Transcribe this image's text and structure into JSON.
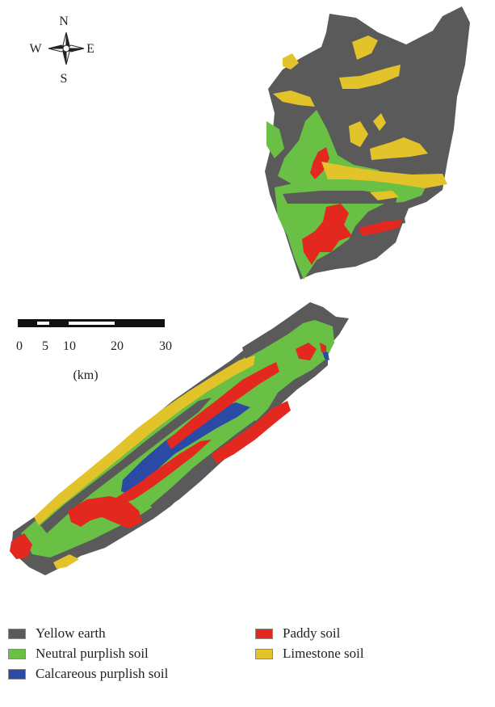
{
  "compass": {
    "north": "N",
    "south": "S",
    "east": "E",
    "west": "W"
  },
  "scale_bar": {
    "ticks": [
      "0",
      "5",
      "10",
      "20",
      "30"
    ],
    "unit": "(km)"
  },
  "colors": {
    "yellow_earth": "#5a5a5a",
    "neutral_purplish": "#6abf45",
    "calcareous_purplish": "#2a4aa6",
    "paddy": "#e3281f",
    "limestone": "#e3c32a"
  },
  "legend": [
    {
      "label": "Yellow earth",
      "color": "#5a5a5a"
    },
    {
      "label": "Paddy soil",
      "color": "#e3281f"
    },
    {
      "label": "Neutral purplish soil",
      "color": "#6abf45"
    },
    {
      "label": "Limestone soil",
      "color": "#e3c32a"
    },
    {
      "label": "Calcareous purplish soil",
      "color": "#2a4aa6"
    }
  ]
}
